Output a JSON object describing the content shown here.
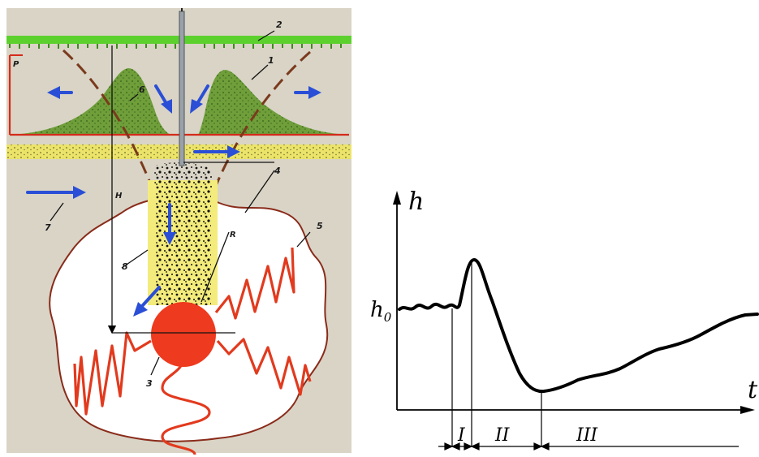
{
  "left_diagram": {
    "labels": {
      "one": "1",
      "two": "2",
      "three": "3",
      "four": "4",
      "five": "5",
      "six": "6",
      "seven": "7",
      "eight": "8",
      "p": "P",
      "h": "H",
      "r": "R"
    },
    "colors": {
      "background": "#d9d4c6",
      "surface": "#5cd12e",
      "mound": "#6f9e3a",
      "sand": "#ece46a",
      "column": "#f3ec7c",
      "cavity": "#ffffff",
      "cavity_edge": "#8a2b1a",
      "charge": "#ee3a1e",
      "wave": "#e23a1e",
      "arrow": "#2a4fd6",
      "crack": "#7a3a1c",
      "pressure": "#d42a1a"
    }
  },
  "right_graph": {
    "y_label": "h",
    "y_tick": "h",
    "y_tick_sub": "0",
    "x_label": "t",
    "phases": [
      "I",
      "II",
      "III"
    ]
  }
}
